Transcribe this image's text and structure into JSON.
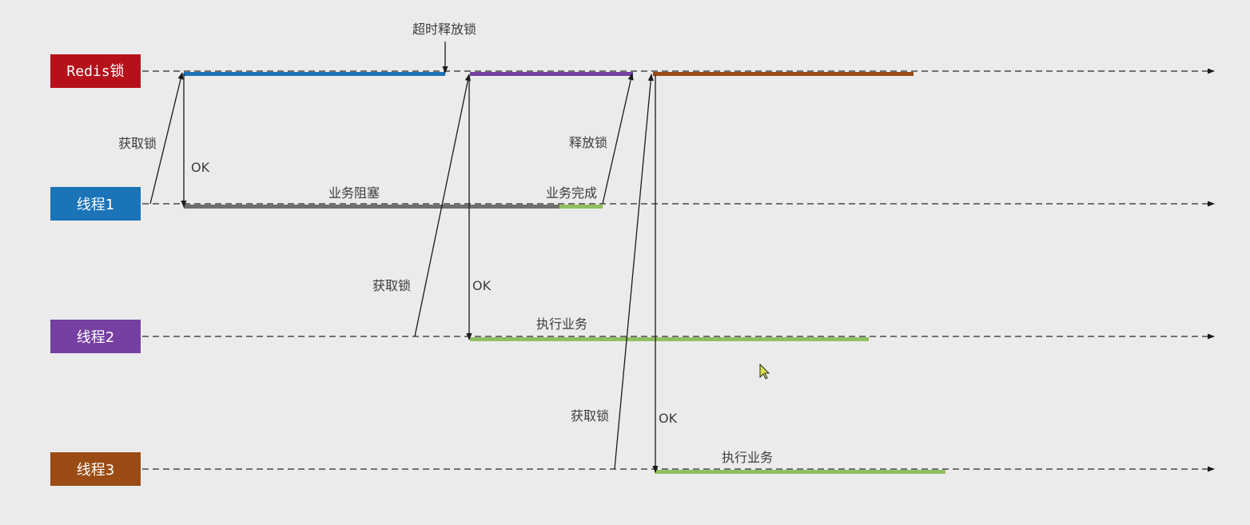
{
  "colors": {
    "background": "#ebebeb",
    "redis": "#b5111b",
    "thread1": "#1b73b8",
    "thread2": "#7540a1",
    "thread3": "#9a4c14",
    "holdRedis": "#1b73b8",
    "holdThread2": "#7540a1",
    "holdThread3": "#9a4c14",
    "blocked": "#6e6e6e",
    "working": "#8fc060",
    "line": "#1a1a1a"
  },
  "lanes": [
    {
      "id": "redis",
      "label": "Redis锁",
      "color_key": "redis"
    },
    {
      "id": "thread1",
      "label": "线程1",
      "color_key": "thread1"
    },
    {
      "id": "thread2",
      "label": "线程2",
      "color_key": "thread2"
    },
    {
      "id": "thread3",
      "label": "线程3",
      "color_key": "thread3"
    }
  ],
  "annotations": {
    "timeout_release": "超时释放锁",
    "t1_acquire": "获取锁",
    "t1_ok": "OK",
    "t1_blocked": "业务阻塞",
    "t1_done": "业务完成",
    "t1_release": "释放锁",
    "t2_acquire": "获取锁",
    "t2_ok": "OK",
    "t2_exec": "执行业务",
    "t3_acquire": "获取锁",
    "t3_ok": "OK",
    "t3_exec": "执行业务"
  },
  "icons": {
    "cursor": "mouse-cursor-icon"
  }
}
